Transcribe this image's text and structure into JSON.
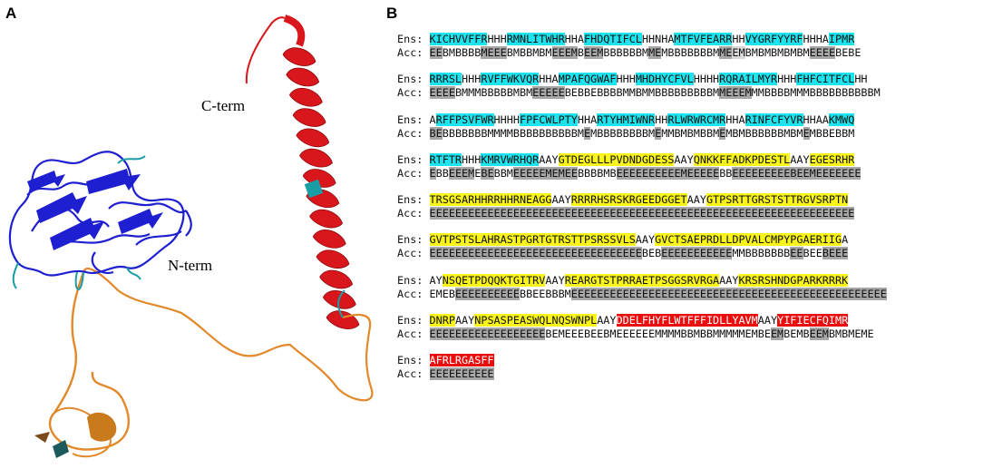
{
  "panels": {
    "a": {
      "letter": "A",
      "c_term_label": "C-term",
      "n_term_label": "N-term"
    },
    "b": {
      "letter": "B",
      "ens_label": "Ens:",
      "acc_label": "Acc:"
    }
  },
  "colors": {
    "cyan_highlight": "#1de3ee",
    "yellow_highlight": "#f9f41a",
    "red_highlight": "#ea0e0e",
    "gray_highlight": "#a7a7a7",
    "helix": "#d9161b",
    "coil_turn": "#1a9ea6",
    "strand": "#1d1fd0",
    "loop": "#e1892b"
  },
  "blocks": [
    {
      "ens": [
        {
          "t": "KICHVVFFR",
          "h": "c"
        },
        {
          "t": "HHH",
          "h": ""
        },
        {
          "t": "RMNLITWHR",
          "h": "c"
        },
        {
          "t": "HHA",
          "h": ""
        },
        {
          "t": "FHDQTIFCL",
          "h": "c"
        },
        {
          "t": "HHNHA",
          "h": ""
        },
        {
          "t": "MTFVFEARR",
          "h": "c"
        },
        {
          "t": "HH",
          "h": ""
        },
        {
          "t": "VYGRFYYRF",
          "h": "c"
        },
        {
          "t": "HHHA",
          "h": ""
        },
        {
          "t": "IPMR",
          "h": "c"
        }
      ],
      "acc": [
        {
          "t": "EE",
          "h": "g"
        },
        {
          "t": "BMBBBB",
          "h": ""
        },
        {
          "t": "MEEE",
          "h": "g"
        },
        {
          "t": "BMBBMBM",
          "h": ""
        },
        {
          "t": "EEEM",
          "h": "g"
        },
        {
          "t": "B",
          "h": ""
        },
        {
          "t": "EEM",
          "h": "g"
        },
        {
          "t": "BBBBBBM",
          "h": ""
        },
        {
          "t": "ME",
          "h": "g"
        },
        {
          "t": "MBBBBBBBM",
          "h": ""
        },
        {
          "t": "ME",
          "h": "g"
        },
        {
          "t": "EM",
          "h": "lg"
        },
        {
          "t": "BMBMBMBMBM",
          "h": ""
        },
        {
          "t": "EEEE",
          "h": "g"
        },
        {
          "t": "BEBE",
          "h": ""
        }
      ]
    },
    {
      "ens": [
        {
          "t": "RRRSL",
          "h": "c"
        },
        {
          "t": "HHH",
          "h": ""
        },
        {
          "t": "RVFFWKVQR",
          "h": "c"
        },
        {
          "t": "HHA",
          "h": ""
        },
        {
          "t": "MPAFQGWAF",
          "h": "c"
        },
        {
          "t": "HHH",
          "h": ""
        },
        {
          "t": "MHDHYCFVL",
          "h": "c"
        },
        {
          "t": "HHHH",
          "h": ""
        },
        {
          "t": "RQRAILMYR",
          "h": "c"
        },
        {
          "t": "HHH",
          "h": ""
        },
        {
          "t": "FHFCITFCL",
          "h": "c"
        },
        {
          "t": "HH",
          "h": ""
        }
      ],
      "acc": [
        {
          "t": "EEEE",
          "h": "g"
        },
        {
          "t": "BMMMBBBBBMBM",
          "h": ""
        },
        {
          "t": "EEEEE",
          "h": "g"
        },
        {
          "t": "BEBBEBBBBM",
          "h": ""
        },
        {
          "t": "MBMMBBBBBBBBBM",
          "h": ""
        },
        {
          "t": "MEEEM",
          "h": "g"
        },
        {
          "t": "MMBBBBMMMBBBBBBBBBBM",
          "h": ""
        }
      ]
    },
    {
      "ens": [
        {
          "t": "A",
          "h": ""
        },
        {
          "t": "RFFPSVFWR",
          "h": "c"
        },
        {
          "t": "HHHH",
          "h": ""
        },
        {
          "t": "FPFCWLPTY",
          "h": "c"
        },
        {
          "t": "HHA",
          "h": ""
        },
        {
          "t": "RTYHMIWNR",
          "h": "c"
        },
        {
          "t": "HH",
          "h": ""
        },
        {
          "t": "RLWRWRCMR",
          "h": "c"
        },
        {
          "t": "HHA",
          "h": ""
        },
        {
          "t": "RINFCFYVR",
          "h": "c"
        },
        {
          "t": "HHAA",
          "h": ""
        },
        {
          "t": "KMWQ",
          "h": "c"
        }
      ],
      "acc": [
        {
          "t": "BE",
          "h": "g"
        },
        {
          "t": "BBBBBBBMMMMBBBBBBBBBBM",
          "h": ""
        },
        {
          "t": "E",
          "h": "g"
        },
        {
          "t": "MBBBBBBBBM",
          "h": ""
        },
        {
          "t": "E",
          "h": "g"
        },
        {
          "t": "MMBMBMBBM",
          "h": ""
        },
        {
          "t": "E",
          "h": "g"
        },
        {
          "t": "MBMBBBBBBMBM",
          "h": ""
        },
        {
          "t": "E",
          "h": "g"
        },
        {
          "t": "MBBEBBM",
          "h": ""
        }
      ]
    },
    {
      "ens": [
        {
          "t": "RTFTR",
          "h": "c"
        },
        {
          "t": "HHH",
          "h": ""
        },
        {
          "t": "KMRVWRHQR",
          "h": "c"
        },
        {
          "t": "AAY",
          "h": ""
        },
        {
          "t": "GTDEGLLLPVDNDGDESS",
          "h": "y"
        },
        {
          "t": "AAY",
          "h": ""
        },
        {
          "t": "QNKKFFADKPDESTL",
          "h": "y"
        },
        {
          "t": "AAY",
          "h": ""
        },
        {
          "t": "EGESRHR",
          "h": "y"
        }
      ],
      "acc": [
        {
          "t": "E",
          "h": "g"
        },
        {
          "t": "BB",
          "h": ""
        },
        {
          "t": "EEEM",
          "h": "g"
        },
        {
          "t": "E",
          "h": ""
        },
        {
          "t": "BE",
          "h": "g"
        },
        {
          "t": "BBM",
          "h": ""
        },
        {
          "t": "EEEEEMEMEE",
          "h": "g"
        },
        {
          "t": "BBBBMB",
          "h": ""
        },
        {
          "t": "EEEEEEEEEEMEEEEE",
          "h": "g"
        },
        {
          "t": "BB",
          "h": ""
        },
        {
          "t": "EEEEEEEEEBEEMEEEEEEE",
          "h": "g"
        }
      ]
    },
    {
      "ens": [
        {
          "t": "TRSGSARHHRRHHRNEAGG",
          "h": "y"
        },
        {
          "t": "AAY",
          "h": ""
        },
        {
          "t": "RRRRHSRSKRGEEDGGET",
          "h": "y"
        },
        {
          "t": "AAY",
          "h": ""
        },
        {
          "t": "GTPSRTTGRSTSTTRGVSRPTN",
          "h": "y"
        }
      ],
      "acc": [
        {
          "t": "EEEEEEEEEEEEEEEEEEEEEEEEEEEEEEEEEEEEEEEEEEEEEEEEEEEEEEEEEEEEEEEEEE",
          "h": "g"
        }
      ]
    },
    {
      "ens": [
        {
          "t": "GVTPSTSLAHRASTPGRTGTRSTTPSRSSVLS",
          "h": "y"
        },
        {
          "t": "AAY",
          "h": ""
        },
        {
          "t": "GVCTSAEPRDLLDPVALCMPYPGAERIIG",
          "h": "y"
        },
        {
          "t": "A",
          "h": ""
        }
      ],
      "acc": [
        {
          "t": "EEEEEEEEEEEEEEEEEEEEEEEEEEEEEEEEE",
          "h": "g"
        },
        {
          "t": "BEB",
          "h": ""
        },
        {
          "t": "EEEEEEEEEEE",
          "h": "g"
        },
        {
          "t": "MMBBBBBBB",
          "h": ""
        },
        {
          "t": "EE",
          "h": "g"
        },
        {
          "t": "BEE",
          "h": ""
        },
        {
          "t": "BEEE",
          "h": "g"
        }
      ]
    },
    {
      "ens": [
        {
          "t": "AY",
          "h": ""
        },
        {
          "t": "NSQETPDQQKTGITRV",
          "h": "y"
        },
        {
          "t": "AAY",
          "h": ""
        },
        {
          "t": "REARGTSTPRRAETPSGGSRVRGA",
          "h": "y"
        },
        {
          "t": "AAY",
          "h": ""
        },
        {
          "t": "KRSRSHNDGPARKRRRK",
          "h": "y"
        }
      ],
      "acc": [
        {
          "t": "EMEB",
          "h": ""
        },
        {
          "t": "EEEEEEEEEE",
          "h": "g"
        },
        {
          "t": "BBEEBBBM",
          "h": ""
        },
        {
          "t": "EEEEEEEEEEEEEEEEEEEEEEEEEEEEEEEEEEEEEEEEEEEEEEEEE",
          "h": "g"
        }
      ]
    },
    {
      "ens": [
        {
          "t": "DNRP",
          "h": "y"
        },
        {
          "t": "AAY",
          "h": ""
        },
        {
          "t": "NPSASPEASWQLNQSWNPL",
          "h": "y"
        },
        {
          "t": "AAY",
          "h": ""
        },
        {
          "t": "DDELFHYFLWTFFFIDLLYAVM",
          "h": "r"
        },
        {
          "t": "AAY",
          "h": ""
        },
        {
          "t": "YIFIECFQIMR",
          "h": "r"
        }
      ],
      "acc": [
        {
          "t": "EEEEEEEEEEEEEEEEEE",
          "h": "g"
        },
        {
          "t": "BEMEEEBEEB",
          "h": ""
        },
        {
          "t": "MEEEEEEMMMMBBMBBMMMMMEMBE",
          "h": ""
        },
        {
          "t": "EM",
          "h": "g"
        },
        {
          "t": "BEMB",
          "h": ""
        },
        {
          "t": "EEM",
          "h": "g"
        },
        {
          "t": "BMBMEME",
          "h": ""
        }
      ]
    },
    {
      "ens": [
        {
          "t": "AFRLRGASFF",
          "h": "r"
        }
      ],
      "acc": [
        {
          "t": "EEEEEEEEEE",
          "h": "g"
        }
      ]
    }
  ]
}
